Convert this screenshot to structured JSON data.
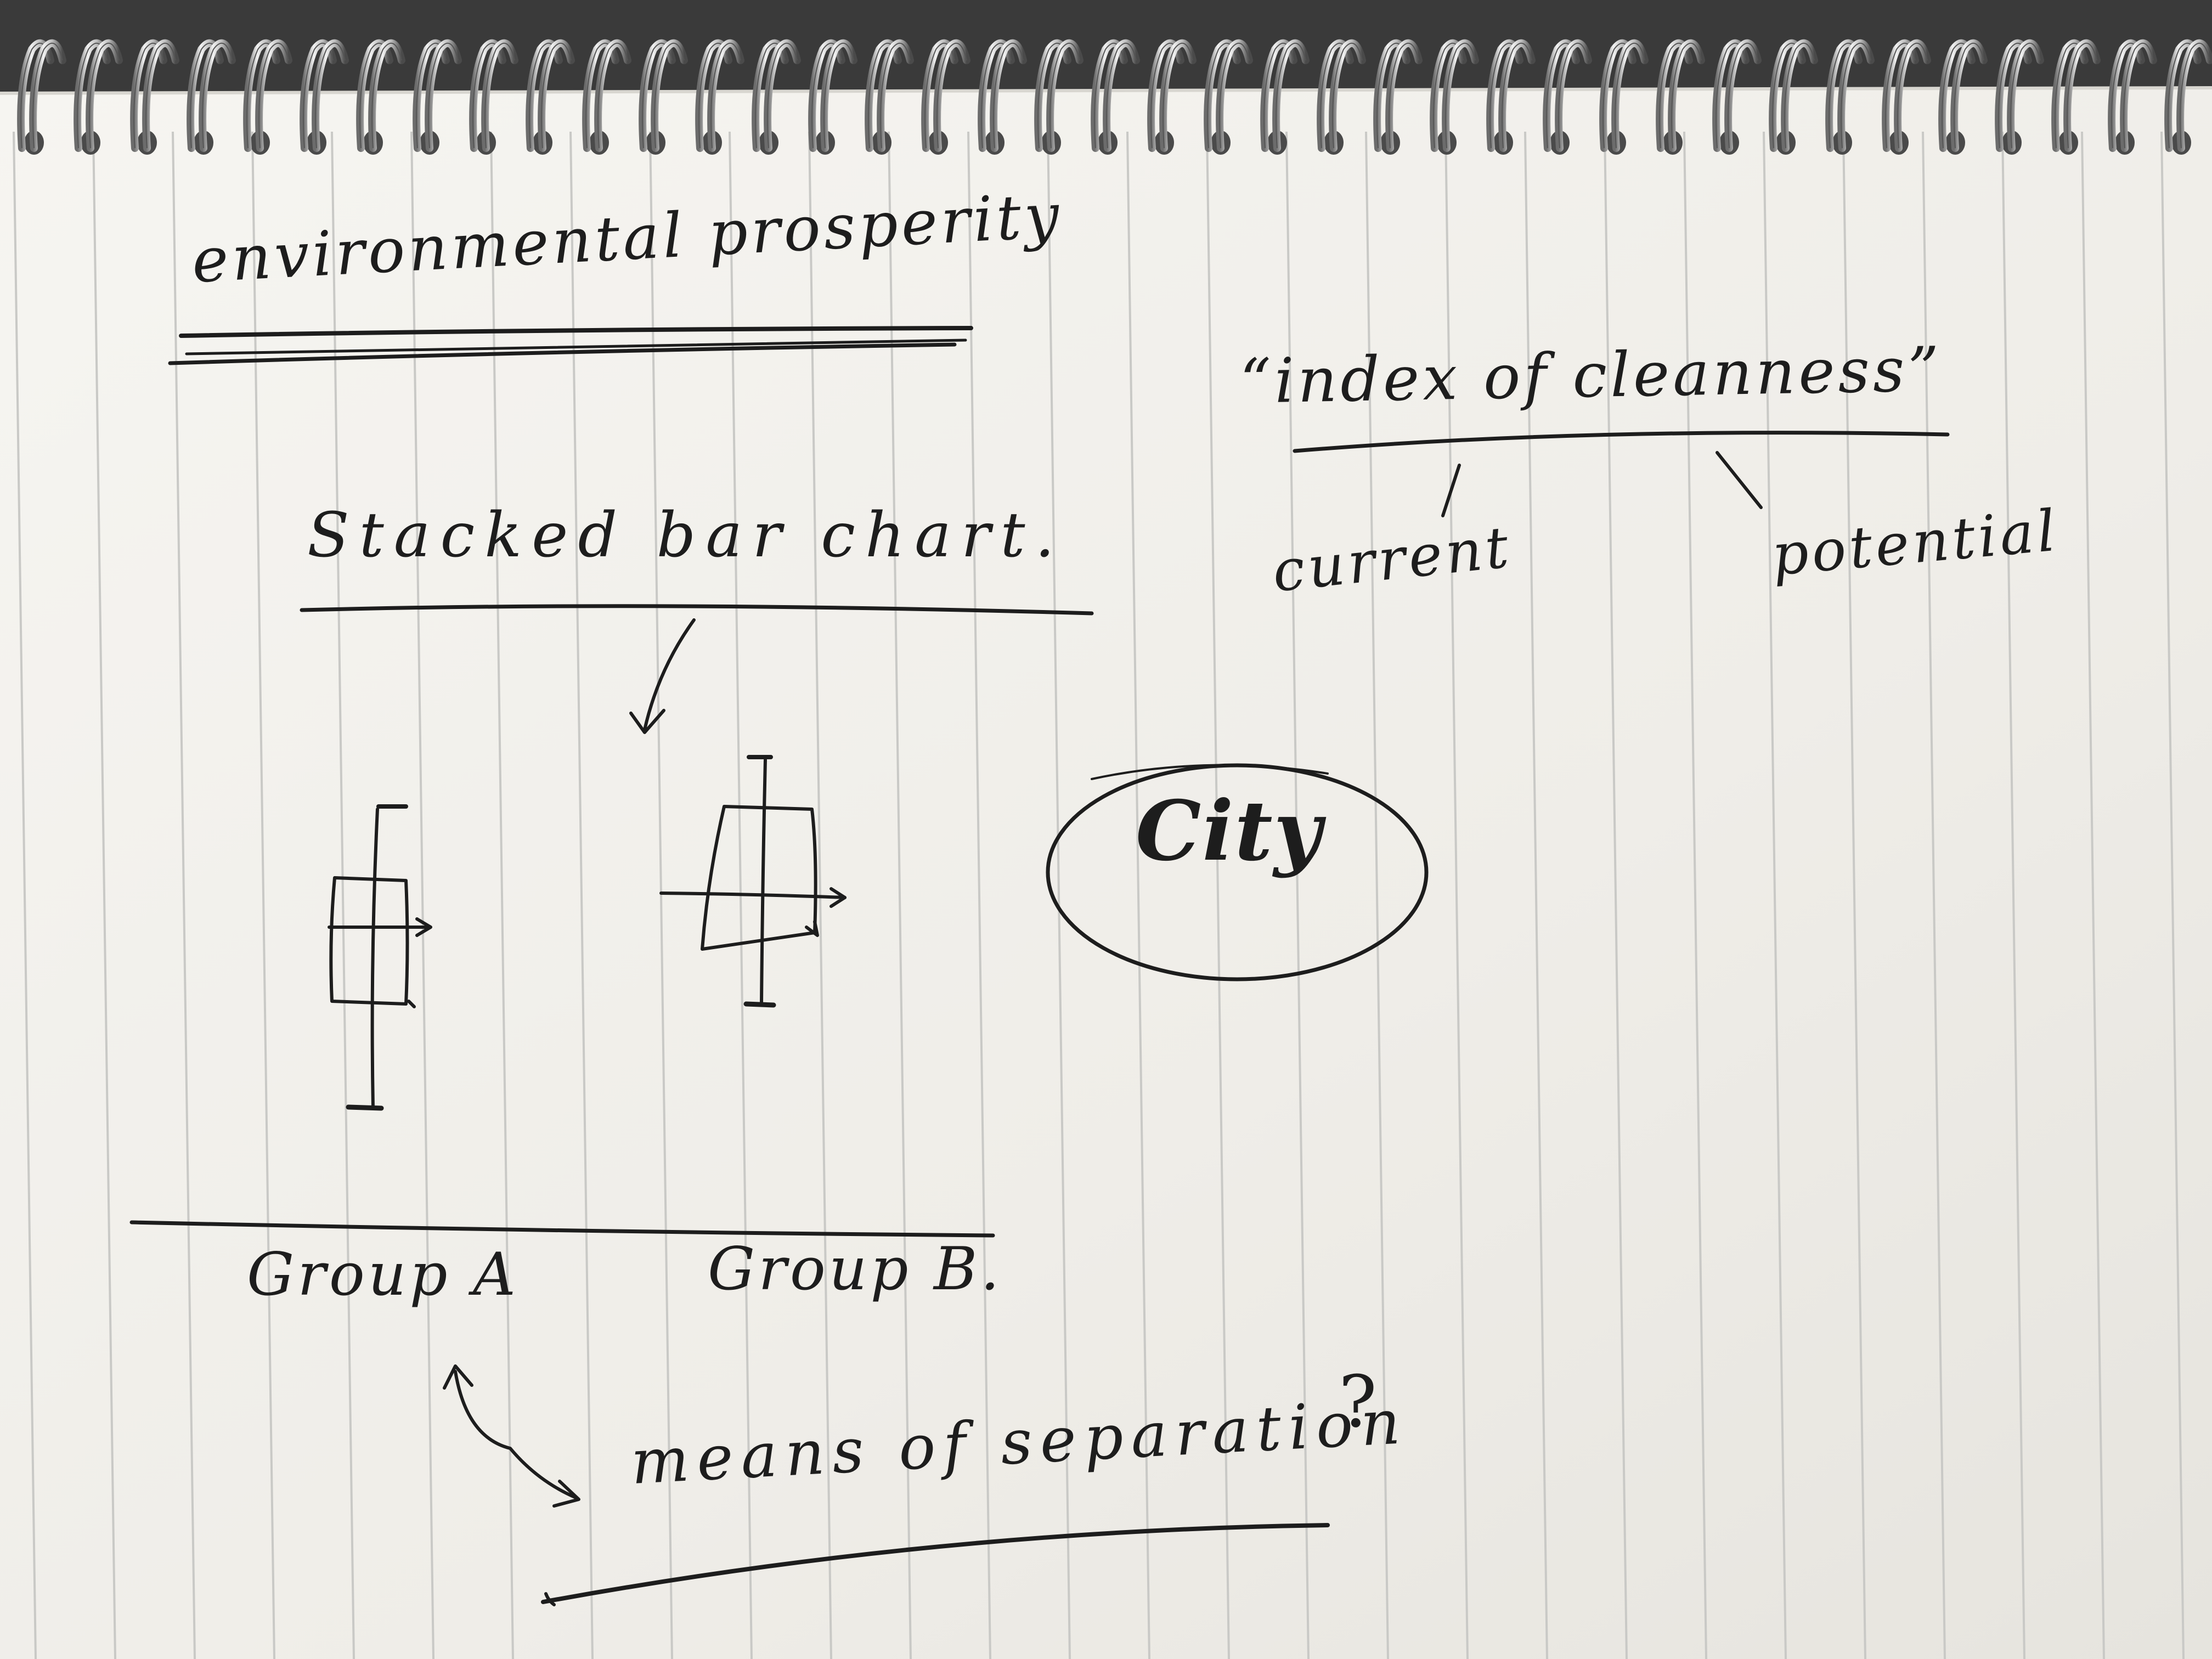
{
  "notebook": {
    "paper_color": "#f3f1ec",
    "rule_color": "#c9c9c6",
    "ink_color": "#1d1d1d",
    "background_color": "#3a3a3a",
    "binding": "spiral-wire"
  },
  "notes": {
    "title": "environmental prosperity",
    "index_label": "“index of cleanness”",
    "current": "current",
    "potential": "potential",
    "chart_label": "Stacked bar chart.",
    "city": "City",
    "group_a": "Group A",
    "group_b": "Group B.",
    "means": "means of separation",
    "question": "?"
  }
}
